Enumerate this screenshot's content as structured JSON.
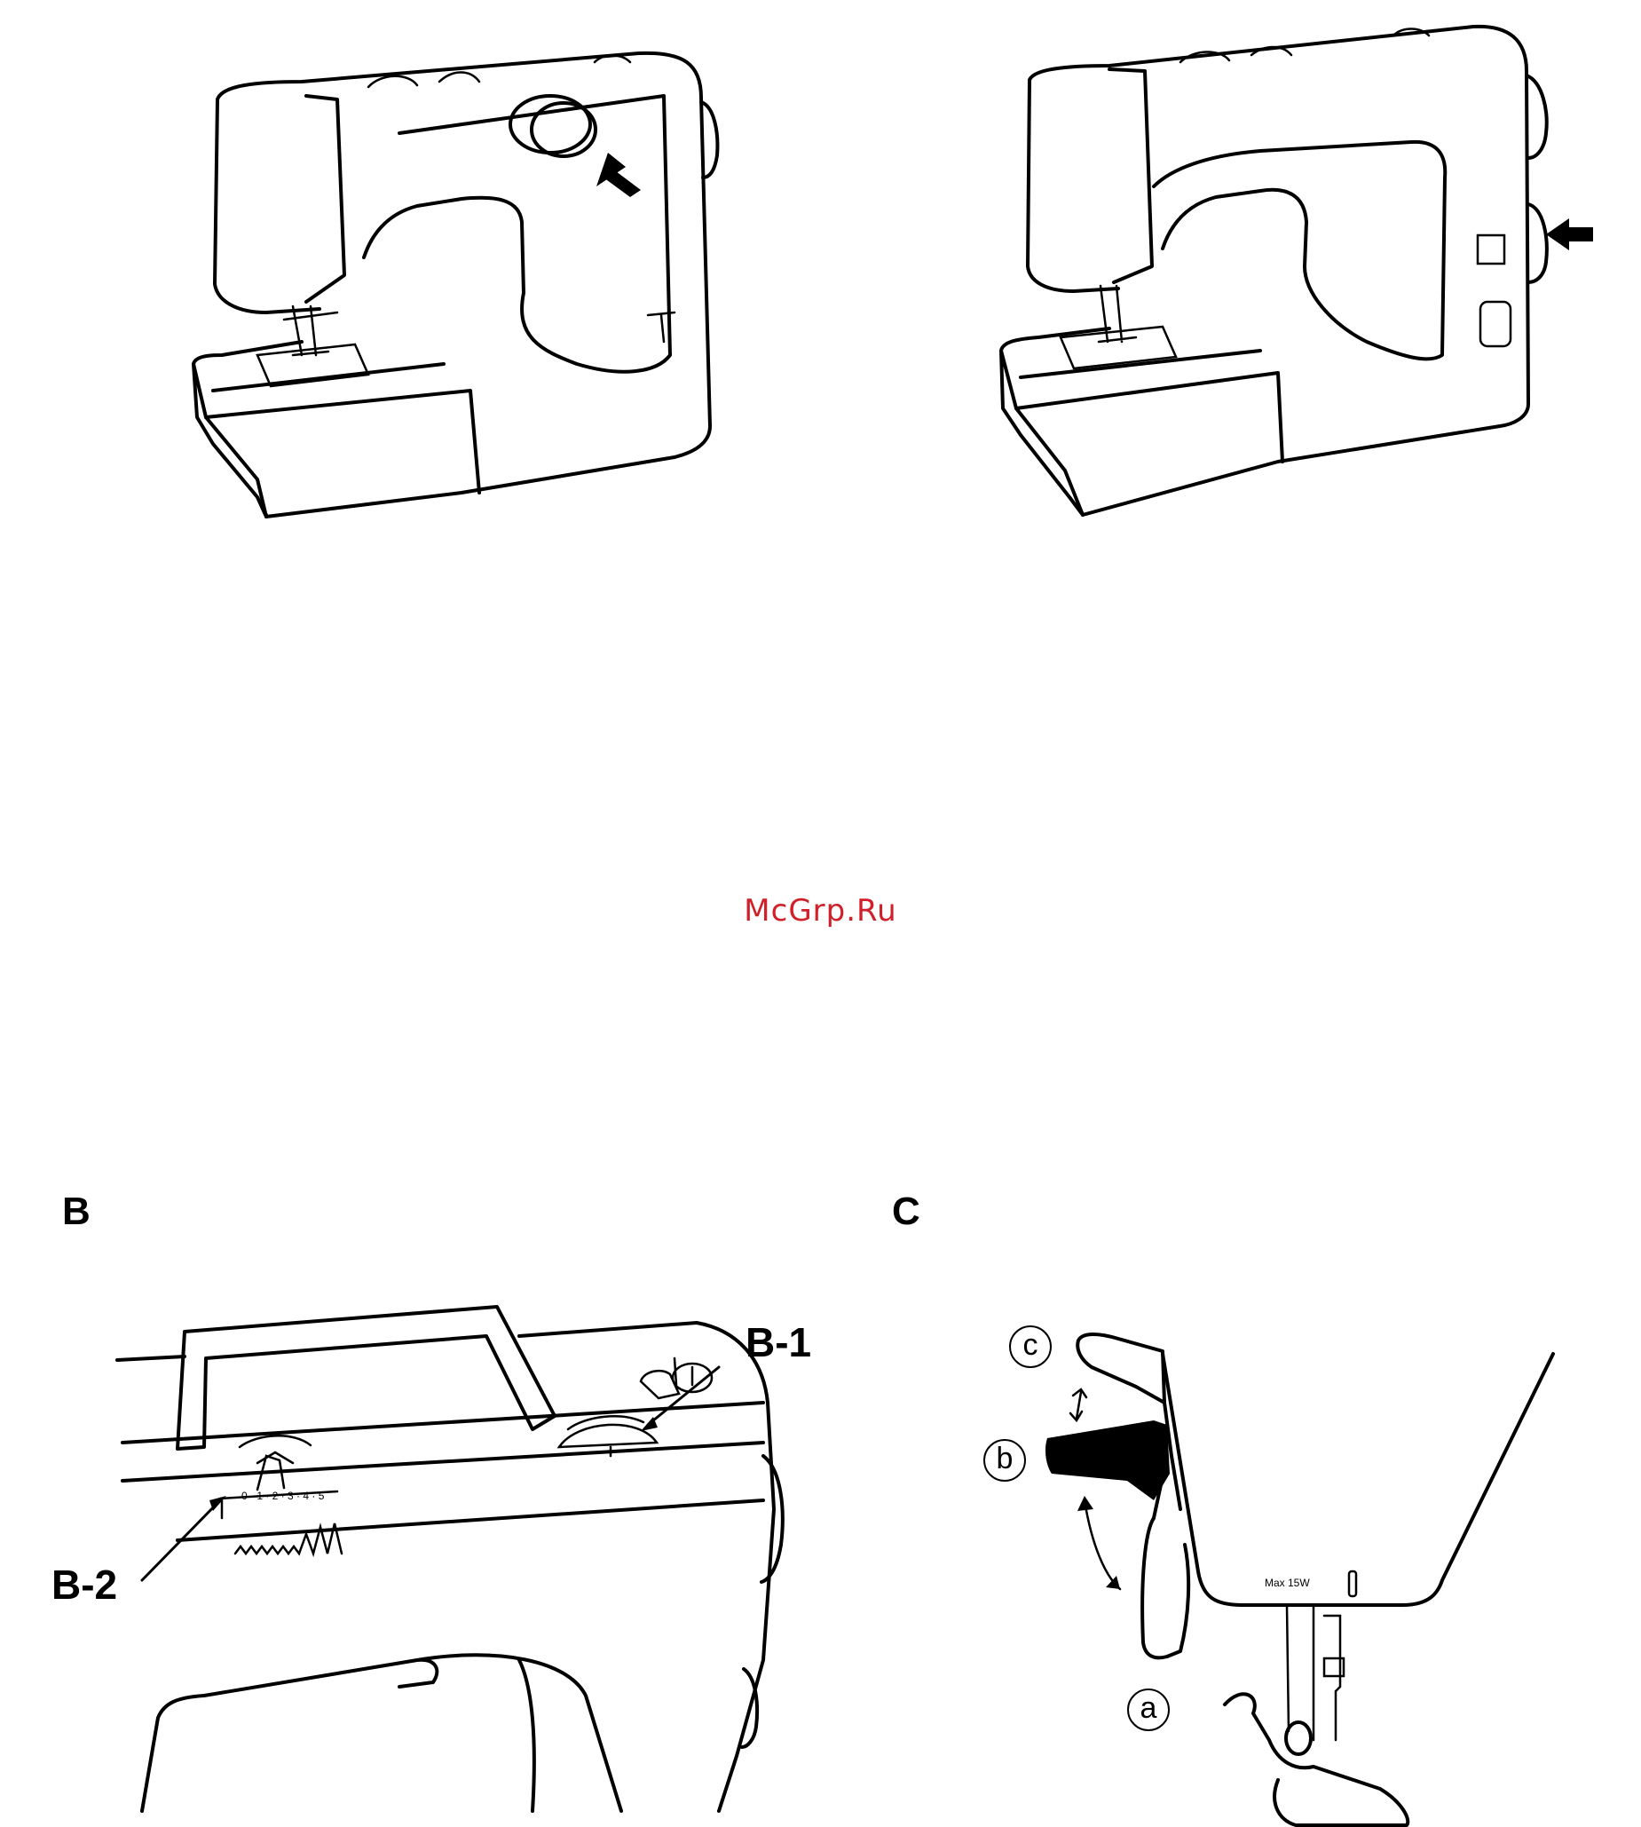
{
  "watermark": {
    "text": "McGrp.Ru",
    "color": "#d0202a"
  },
  "sections": {
    "B": {
      "label": "B",
      "callouts": [
        "B-1",
        "B-2"
      ]
    },
    "C": {
      "label": "C",
      "parts": [
        "c",
        "b",
        "a"
      ]
    }
  },
  "dial_scale_text": "0 · 1 · 2 · 3 · 4 · 5",
  "bulb_label": "Max 15W",
  "icons": [
    "arrow-icon",
    "arrow-icon"
  ]
}
